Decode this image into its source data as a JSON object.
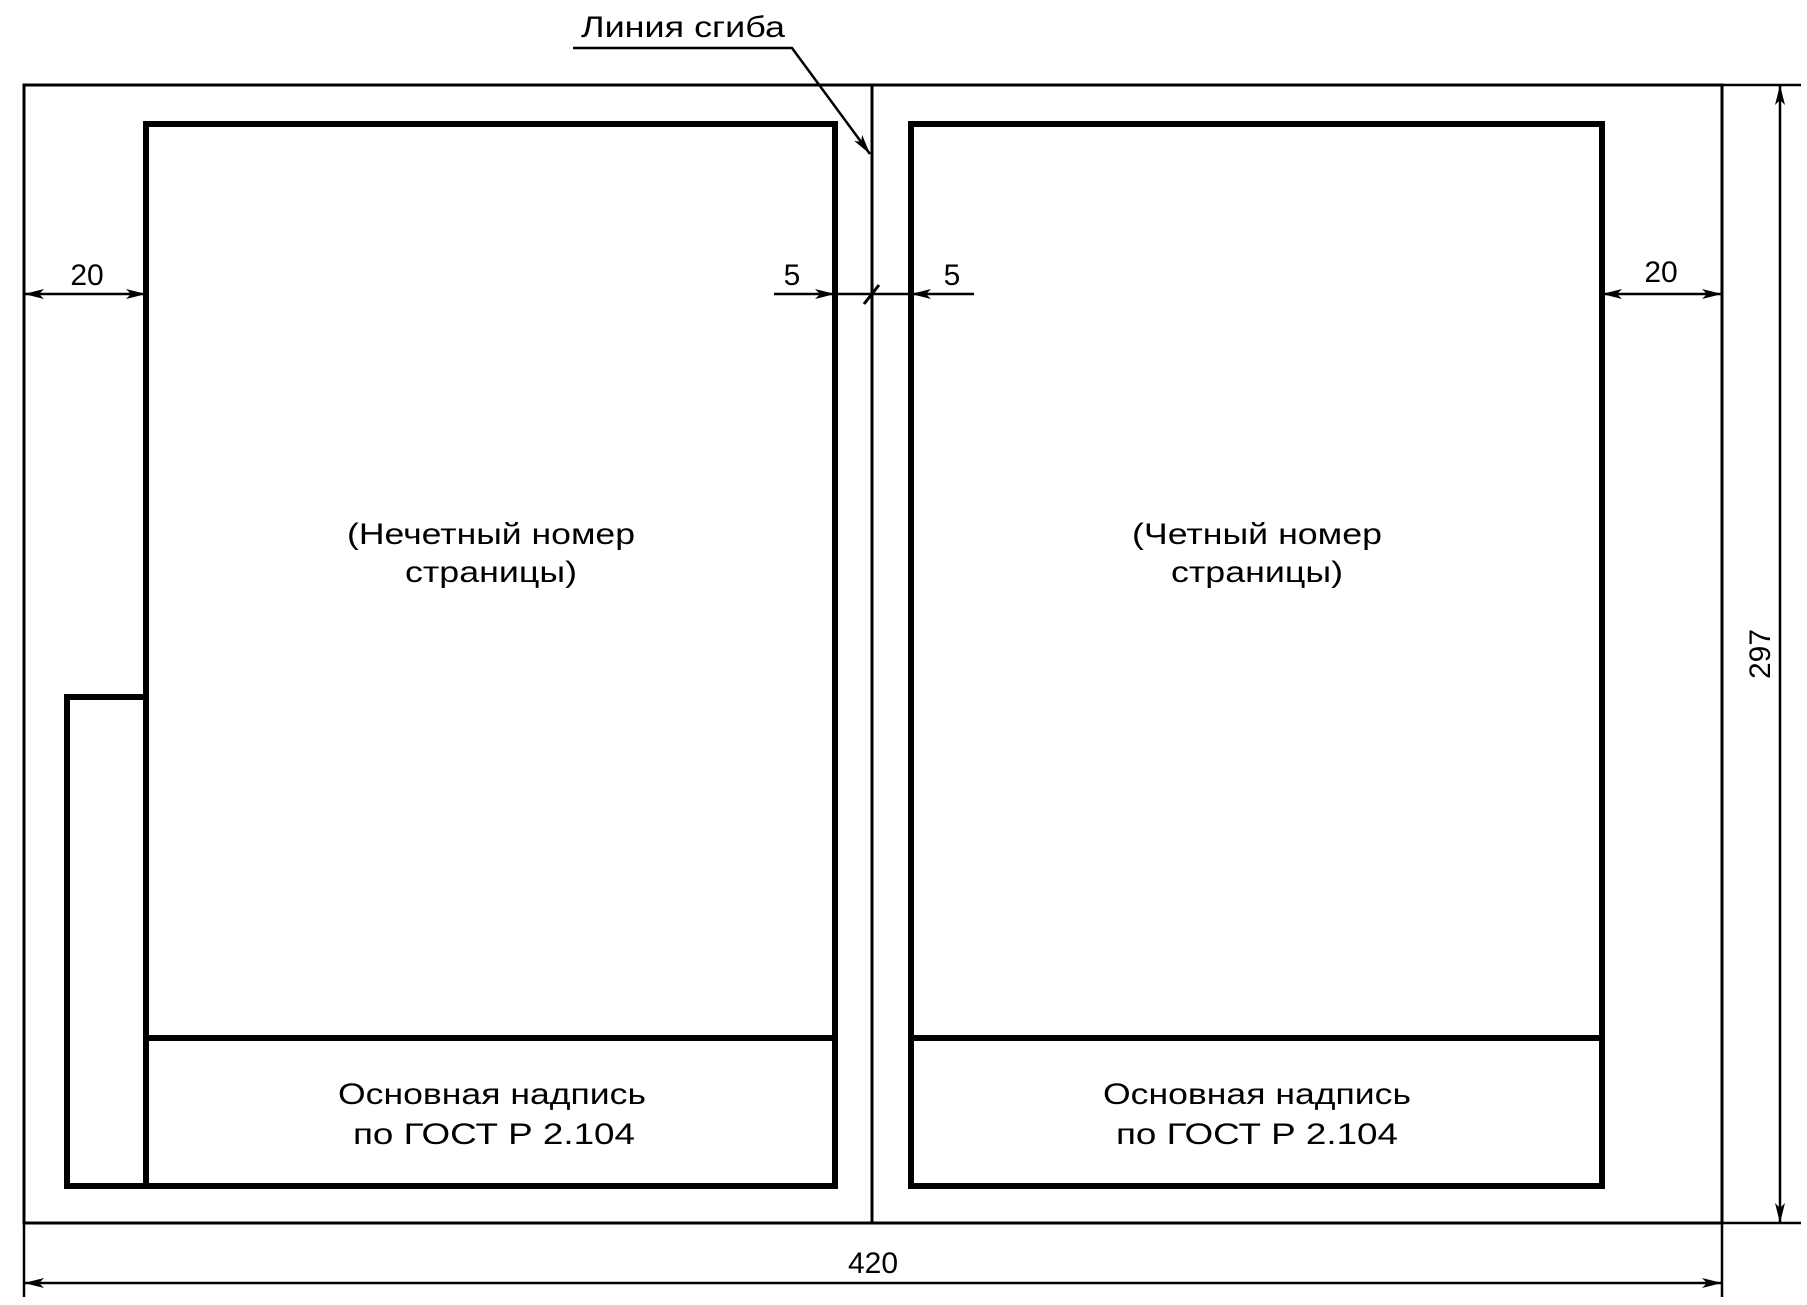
{
  "fold_label": "Линия сгиба",
  "left_page": {
    "line1": "(Нечетный номер",
    "line2": "страницы)",
    "title_block_line1": "Основная надпись",
    "title_block_line2": "по ГОСТ Р  2.104"
  },
  "right_page": {
    "line1": "(Четный номер",
    "line2": "страницы)",
    "title_block_line1": "Основная надпись",
    "title_block_line2": "по ГОСТ Р  2.104"
  },
  "dimensions": {
    "left_margin": "20",
    "left_fold_gap": "5",
    "right_fold_gap": "5",
    "right_margin": "20",
    "height": "297",
    "width": "420"
  }
}
